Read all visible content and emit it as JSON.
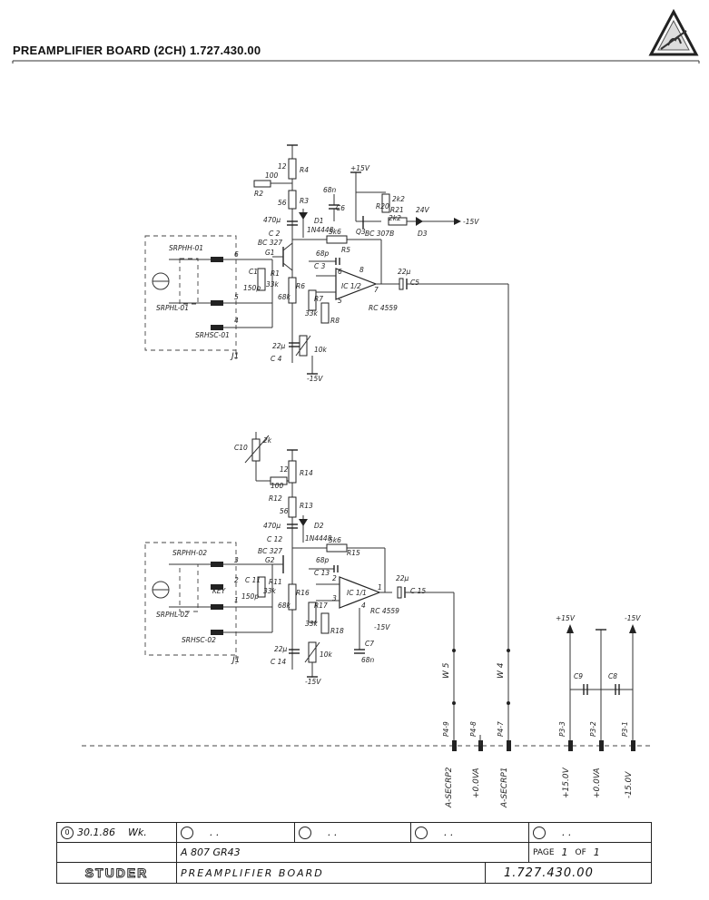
{
  "header": {
    "title": "PREAMPLIFIER BOARD (2CH)  1.727.430.00"
  },
  "logo": {
    "icon": "esd-warning-triangle-icon"
  },
  "channel1": {
    "connectors": [
      "SRPHH-01",
      "SRPHL-01",
      "SRHSC-01",
      "J1"
    ],
    "pins": [
      "6",
      "5",
      "4"
    ],
    "components": {
      "r4": "R4",
      "r4_val": "12",
      "r2": "R2",
      "r2_val": "100",
      "r3": "R3",
      "r3_val": "56",
      "c2": "C 2",
      "c2_val": "470µ",
      "d1": "1N4448",
      "d1_label": "D1",
      "q1": "BC 327",
      "q1_label": "G1",
      "r5": "R5",
      "r5_val": "5k6",
      "c3": "C 3",
      "c3_val": "68p",
      "c1": "C1",
      "c1_val": "150p",
      "r1": "R1",
      "r1_val": "33k",
      "r6": "R6",
      "r6_val": "68k",
      "r7": "R7",
      "r7_val": "33k",
      "r8": "R8",
      "c4": "C 4",
      "c4_val": "22µ",
      "r9_val": "10k",
      "c6": "C6",
      "c6_val": "68n",
      "r20": "R20",
      "r20_val": "2k2",
      "r21": "R21",
      "r21_val": "2k2",
      "q3": "BC 307B",
      "q3_label": "Q3",
      "d3": "D3",
      "d3_val": "24V",
      "ic": "IC 1/2",
      "ic_type": "RC 4559",
      "c5": "C5",
      "c5_val": "22µ",
      "plus15": "+15V",
      "minus15a": "-15V",
      "minus15b": "-15V",
      "op_pins": [
        "6",
        "5",
        "8",
        "7"
      ]
    }
  },
  "channel2": {
    "connectors": [
      "SRPHH-02",
      "SRPHL-02",
      "SRHSC-02",
      "KEY",
      "J1"
    ],
    "pins": [
      "3",
      "2",
      "1"
    ],
    "components": {
      "c10": "C10",
      "c10_val": "2k",
      "r14": "R14",
      "r14_val": "12",
      "r12": "R12",
      "r12_val": "100",
      "r13": "R13",
      "r13_val": "56",
      "c12": "C 12",
      "c12_val": "470µ",
      "d2": "D2",
      "d2_val": "1N4448",
      "q2": "BC 327",
      "q2_label": "G2",
      "r15": "R15",
      "r15_val": "5k6",
      "c13": "C 13",
      "c13_val": "68p",
      "c11": "C 11",
      "c11_val": "150p",
      "r11": "R11",
      "r11_val": "33k",
      "r16": "R16",
      "r16_val": "68k",
      "r17": "R17",
      "r17_val": "33k",
      "r18": "R18",
      "c14": "C 14",
      "c14_val": "22µ",
      "r19_val": "10k",
      "c7": "C7",
      "c7_val": "68n",
      "ic": "IC 1/1",
      "ic_type": "RC 4559",
      "c15": "C 15",
      "c15_val": "22µ",
      "minus15a": "-15V",
      "minus15b": "-15V",
      "op_pins": [
        "2",
        "3",
        "4",
        "1"
      ]
    }
  },
  "supply": {
    "plus15": "+15V",
    "minus15": "-15V",
    "c9": "C9",
    "c8": "C8"
  },
  "wires": {
    "w5": "W 5",
    "w4": "W 4"
  },
  "connector_pins": [
    {
      "pin": "P4-9",
      "label": "A-SECRP2"
    },
    {
      "pin": "P4-8",
      "label": "+0.0VA"
    },
    {
      "pin": "P4-7",
      "label": "A-SECRP1"
    },
    {
      "pin": "P3-3",
      "label": "+15.0V"
    },
    {
      "pin": "P3-2",
      "label": "+0.0VA"
    },
    {
      "pin": "P3-1",
      "label": "-15.0V"
    }
  ],
  "title_block": {
    "revision_index": "0",
    "revision_date": "30.1.86",
    "revision_initials": "Wk.",
    "rev_placeholders": [
      ". .",
      ". .",
      ". .",
      ". ."
    ],
    "drawing_ref": "A  807   GR43",
    "page_label": "PAGE",
    "page_num": "1",
    "of_label": "OF",
    "page_total": "1",
    "brand": "STUDER",
    "board_name": "PREAMPLIFIER  BOARD",
    "part_number": "1.727.430.00"
  }
}
